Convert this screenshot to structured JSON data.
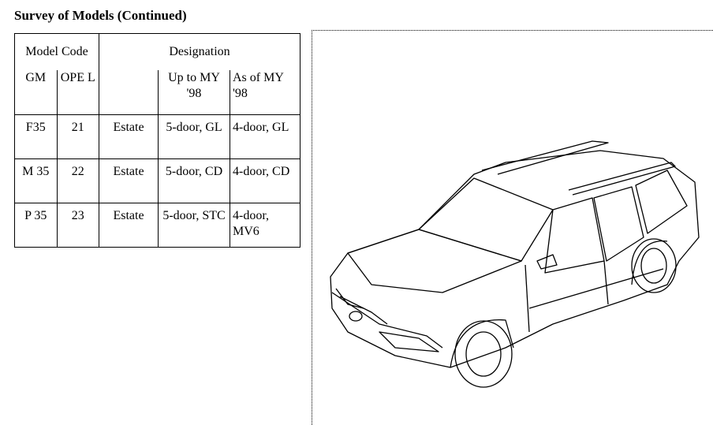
{
  "title": "Survey of Models (Continued)",
  "table": {
    "group_headers": {
      "model_code": "Model Code",
      "designation": "Designation"
    },
    "sub_headers": {
      "gm": "GM",
      "opel": "OPE L",
      "body": "",
      "up_to": "Up to MY '98",
      "as_of": "As of MY '98"
    },
    "rows": [
      {
        "gm": "F35",
        "opel": "21",
        "body": "Estate",
        "up_to": "5-door, GL",
        "as_of": "4-door, GL"
      },
      {
        "gm": "M 35",
        "opel": "22",
        "body": "Estate",
        "up_to": "5-door, CD",
        "as_of": "4-door, CD"
      },
      {
        "gm": "P 35",
        "opel": "23",
        "body": "Estate",
        "up_to": "5-door, STC",
        "as_of": "4-door, MV6"
      }
    ]
  }
}
